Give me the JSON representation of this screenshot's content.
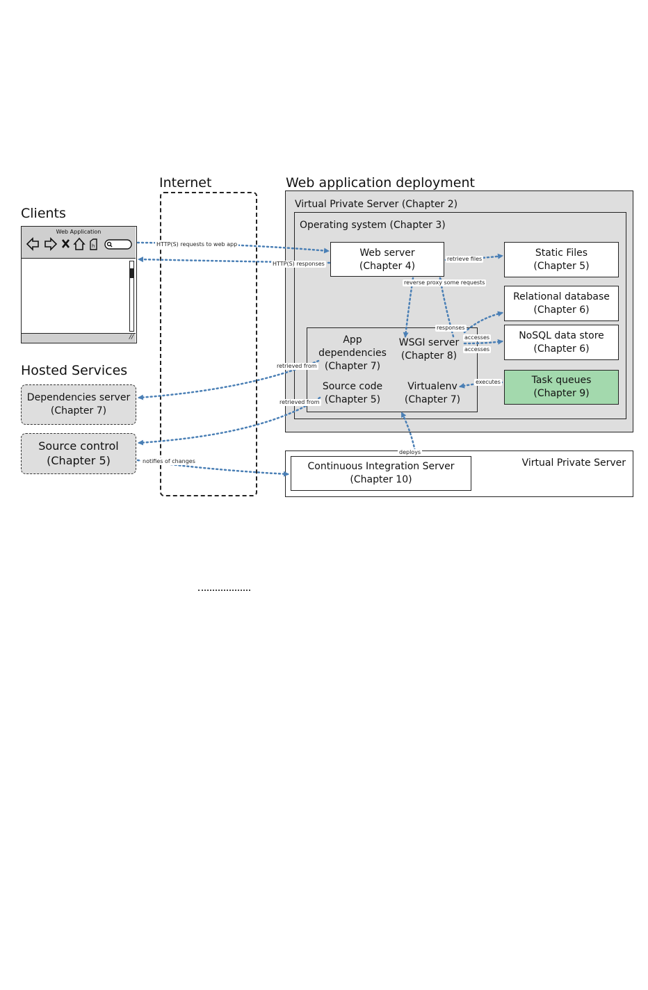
{
  "headings": {
    "clients": "Clients",
    "hosted_services": "Hosted Services",
    "internet": "Internet",
    "deployment": "Web application deployment"
  },
  "browser": {
    "title": "Web Application"
  },
  "containers": {
    "vps": "Virtual Private Server (Chapter 2)",
    "os": "Operating system (Chapter 3)",
    "ci_vps": "Virtual Private Server"
  },
  "boxes": {
    "web_server": [
      "Web server",
      "(Chapter 4)"
    ],
    "static_files": [
      "Static Files",
      "(Chapter 5)"
    ],
    "relational_db": [
      "Relational database",
      "(Chapter 6)"
    ],
    "nosql": [
      "NoSQL data store",
      "(Chapter 6)"
    ],
    "task_queues": [
      "Task queues",
      "(Chapter 9)"
    ],
    "app_deps": [
      "App",
      "dependencies",
      "(Chapter 7)"
    ],
    "wsgi": [
      "WSGI server",
      "(Chapter 8)"
    ],
    "source_code": [
      "Source code",
      "(Chapter 5)"
    ],
    "virtualenv": [
      "Virtualenv",
      "(Chapter 7)"
    ],
    "ci_server": [
      "Continuous Integration Server",
      "(Chapter 10)"
    ],
    "dependencies_server": [
      "Dependencies server",
      "(Chapter 7)"
    ],
    "source_control": [
      "Source control",
      "(Chapter 5)"
    ]
  },
  "arrow_labels": {
    "http_requests": "HTTP(S) requests to web app",
    "http_responses": "HTTP(S) responses",
    "retrieve_files": "retrieve files",
    "reverse_proxy": "reverse proxy some requests",
    "responses": "responses",
    "accesses_1": "accesses",
    "accesses_2": "accesses",
    "executes": "executes",
    "retrieved_from_1": "retrieved from",
    "retrieved_from_2": "retrieved from",
    "notifies": "notifies of changes",
    "deploys": "deploys"
  },
  "colors": {
    "arrow": "#4a7fb5",
    "task_queue_fill": "#a3d9ad",
    "box_gray": "#dedede"
  }
}
